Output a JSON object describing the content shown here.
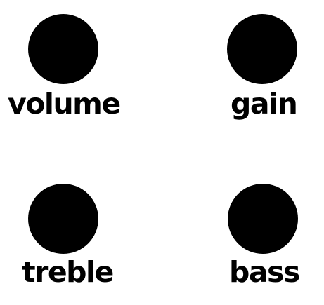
{
  "colors": {
    "background": "#ffffff",
    "knob": "#000000",
    "label": "#000000"
  },
  "controls": [
    {
      "id": "volume",
      "label": "volume"
    },
    {
      "id": "gain",
      "label": "gain"
    },
    {
      "id": "treble",
      "label": "treble"
    },
    {
      "id": "bass",
      "label": "bass"
    }
  ]
}
